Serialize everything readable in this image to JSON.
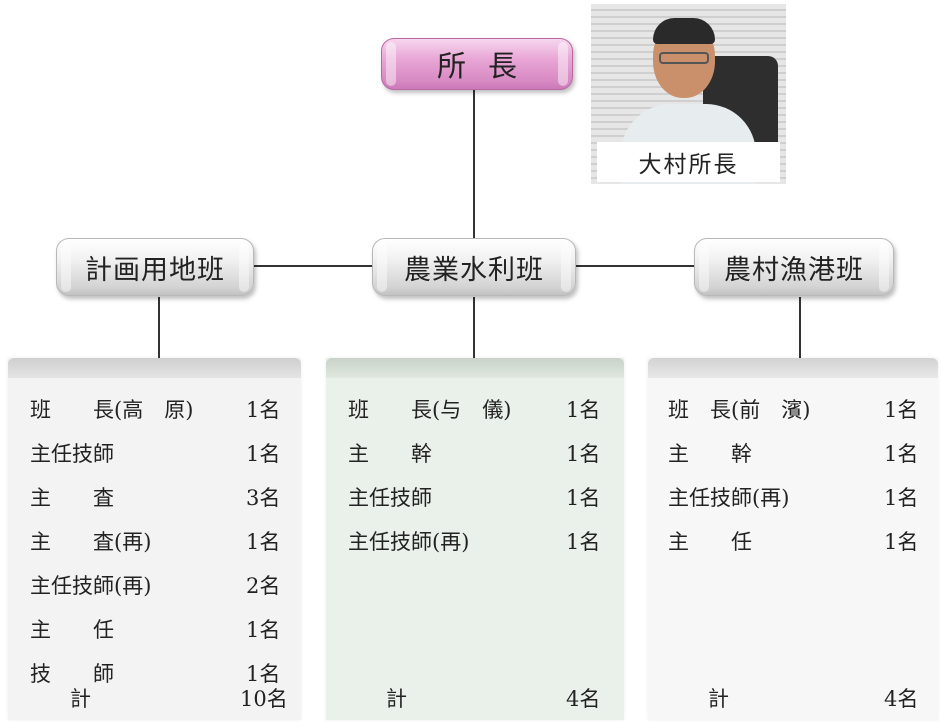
{
  "director": {
    "label": "所長"
  },
  "photo": {
    "caption": "大村所長"
  },
  "teams": [
    {
      "name": "計画用地班",
      "members": [
        {
          "role": "班　　長(高　原)",
          "count": "1名"
        },
        {
          "role": "主任技師",
          "count": "1名"
        },
        {
          "role": "主　　査",
          "count": "3名"
        },
        {
          "role": "主　　査(再)",
          "count": "1名"
        },
        {
          "role": "主任技師(再)",
          "count": "2名"
        },
        {
          "role": "主　　任",
          "count": "1名"
        },
        {
          "role": "技　　師",
          "count": "1名"
        }
      ],
      "total_label": "計",
      "total": "10名"
    },
    {
      "name": "農業水利班",
      "members": [
        {
          "role": "班　　長(与　儀)",
          "count": "1名"
        },
        {
          "role": "主　　幹",
          "count": "1名"
        },
        {
          "role": "主任技師",
          "count": "1名"
        },
        {
          "role": "主任技師(再)",
          "count": "1名"
        }
      ],
      "total_label": "計",
      "total": "4名"
    },
    {
      "name": "農村漁港班",
      "members": [
        {
          "role": "班　長(前　濱)",
          "count": "1名"
        },
        {
          "role": "主　　幹",
          "count": "1名"
        },
        {
          "role": "主任技師(再)",
          "count": "1名"
        },
        {
          "role": "主　　任",
          "count": "1名"
        }
      ],
      "total_label": "計",
      "total": "4名"
    }
  ],
  "colors": {
    "director_pill": "#e9a6d6",
    "team_pill": "#e0e0e0",
    "box_left": "#f4f3f3",
    "box_middle": "#eaf1ea",
    "box_right": "#f7f7f7"
  }
}
